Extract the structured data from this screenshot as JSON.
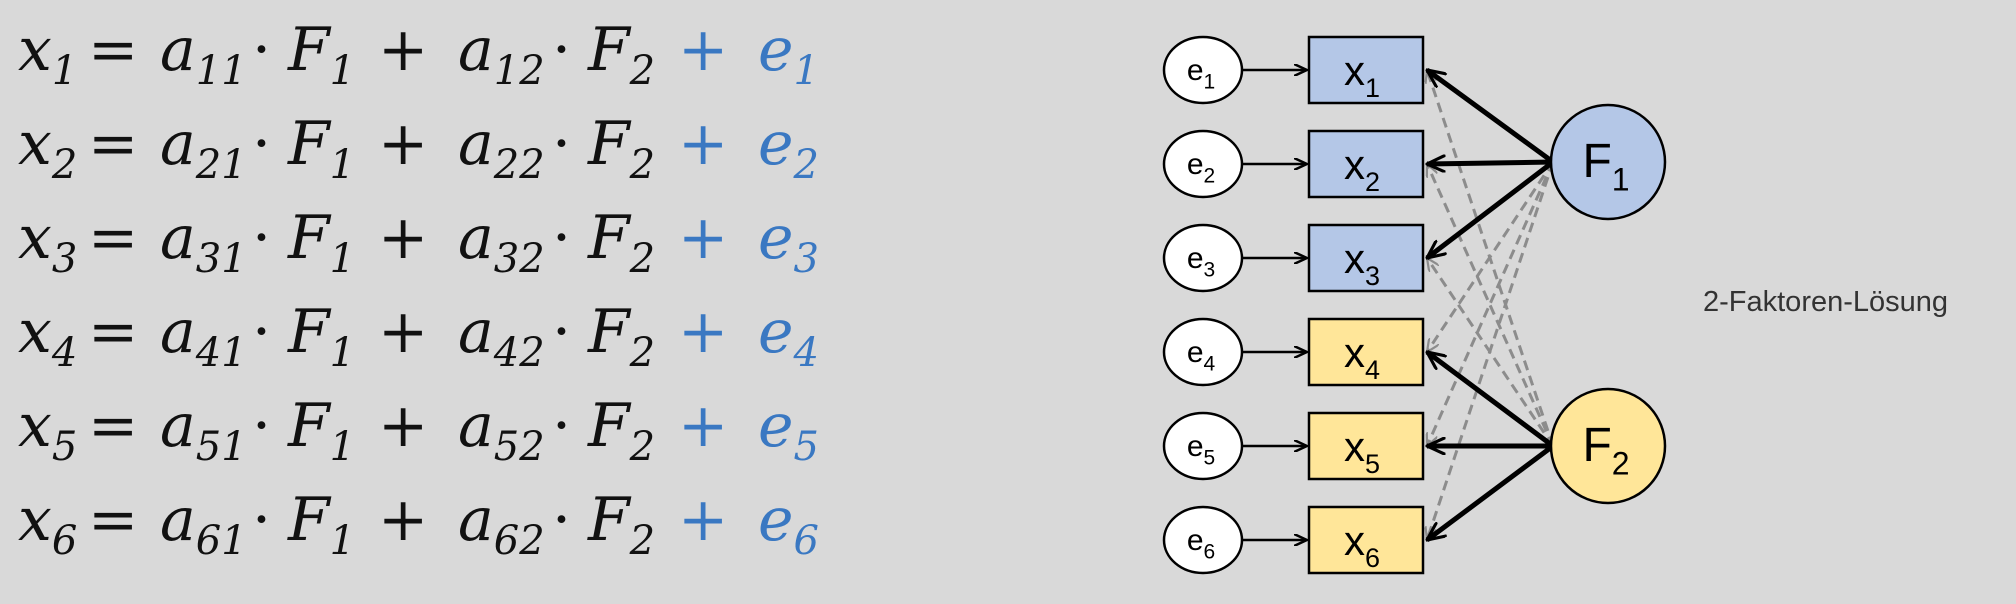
{
  "equations": [
    {
      "lhs": "x",
      "lhs_sub": "1",
      "a1": "a",
      "a1_sub": "11",
      "f1": "F",
      "f1_sub": "1",
      "a2": "a",
      "a2_sub": "12",
      "f2": "F",
      "f2_sub": "2",
      "err": "e",
      "err_sub": "1"
    },
    {
      "lhs": "x",
      "lhs_sub": "2",
      "a1": "a",
      "a1_sub": "21",
      "f1": "F",
      "f1_sub": "1",
      "a2": "a",
      "a2_sub": "22",
      "f2": "F",
      "f2_sub": "2",
      "err": "e",
      "err_sub": "2"
    },
    {
      "lhs": "x",
      "lhs_sub": "3",
      "a1": "a",
      "a1_sub": "31",
      "f1": "F",
      "f1_sub": "1",
      "a2": "a",
      "a2_sub": "32",
      "f2": "F",
      "f2_sub": "2",
      "err": "e",
      "err_sub": "3"
    },
    {
      "lhs": "x",
      "lhs_sub": "4",
      "a1": "a",
      "a1_sub": "41",
      "f1": "F",
      "f1_sub": "1",
      "a2": "a",
      "a2_sub": "42",
      "f2": "F",
      "f2_sub": "2",
      "err": "e",
      "err_sub": "4"
    },
    {
      "lhs": "x",
      "lhs_sub": "5",
      "a1": "a",
      "a1_sub": "51",
      "f1": "F",
      "f1_sub": "1",
      "a2": "a",
      "a2_sub": "52",
      "f2": "F",
      "f2_sub": "2",
      "err": "e",
      "err_sub": "5"
    },
    {
      "lhs": "x",
      "lhs_sub": "6",
      "a1": "a",
      "a1_sub": "61",
      "f1": "F",
      "f1_sub": "1",
      "a2": "a",
      "a2_sub": "62",
      "f2": "F",
      "f2_sub": "2",
      "err": "e",
      "err_sub": "6"
    }
  ],
  "operators": {
    "equals": "=",
    "dot": "·",
    "plus": "+"
  },
  "diagram": {
    "errors": [
      {
        "label": "e",
        "sub": "1"
      },
      {
        "label": "e",
        "sub": "2"
      },
      {
        "label": "e",
        "sub": "3"
      },
      {
        "label": "e",
        "sub": "4"
      },
      {
        "label": "e",
        "sub": "5"
      },
      {
        "label": "e",
        "sub": "6"
      }
    ],
    "variables": [
      {
        "label": "x",
        "sub": "1",
        "group": 1
      },
      {
        "label": "x",
        "sub": "2",
        "group": 1
      },
      {
        "label": "x",
        "sub": "3",
        "group": 1
      },
      {
        "label": "x",
        "sub": "4",
        "group": 2
      },
      {
        "label": "x",
        "sub": "5",
        "group": 2
      },
      {
        "label": "x",
        "sub": "6",
        "group": 2
      }
    ],
    "factors": [
      {
        "label": "F",
        "sub": "1",
        "primary": [
          "1",
          "2",
          "3"
        ]
      },
      {
        "label": "F",
        "sub": "2",
        "primary": [
          "4",
          "5",
          "6"
        ]
      }
    ],
    "caption": "2-Faktoren-Lösung"
  },
  "colors": {
    "background": "#d9d9d9",
    "error_term": "#3a78c2",
    "factor1_fill": "#b4c7e7",
    "factor2_fill": "#ffe699",
    "primary_arrow": "#000000",
    "cross_loading": "#8c8c8c"
  }
}
